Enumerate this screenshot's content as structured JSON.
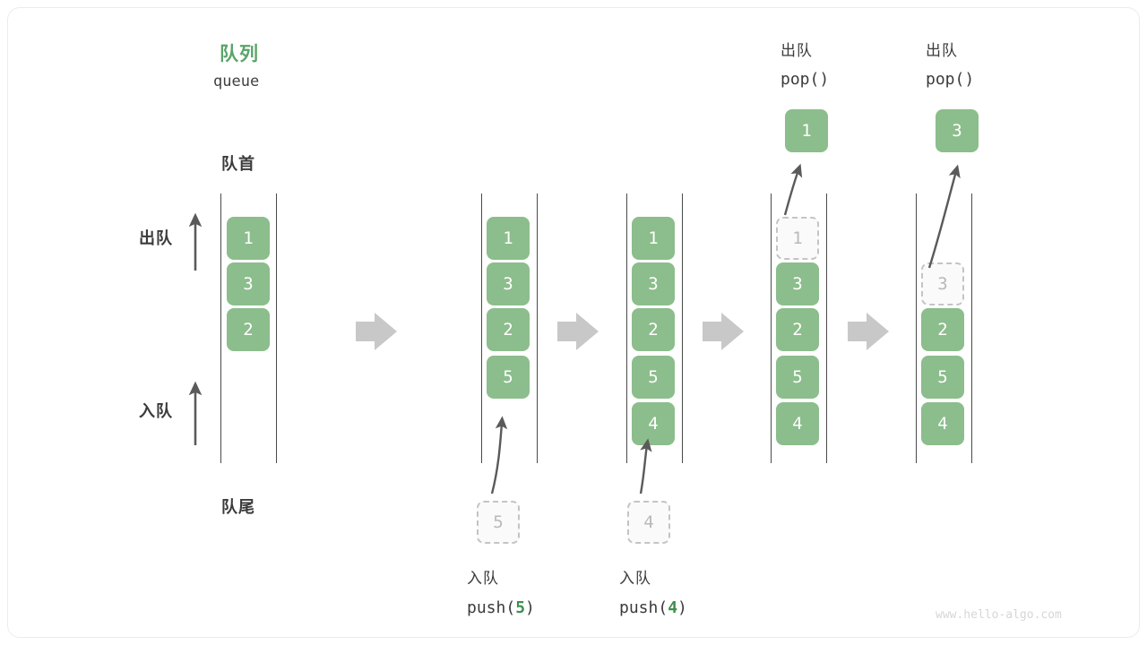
{
  "diagram": {
    "title_cn": "队列",
    "title_en": "queue",
    "front_label": "队首",
    "rear_label": "队尾",
    "dequeue_label": "出队",
    "enqueue_label": "入队",
    "watermark": "www.hello-algo.com",
    "accent_green": "#5aa469",
    "cell_green": "#8cbd8c",
    "ghost_gray": "#b9b9b9",
    "flow_arrow_gray": "#c8c8c8",
    "rail_color": "#4a4a4a"
  },
  "columns": [
    {
      "id": "col-initial",
      "top_caption_cn": "",
      "top_caption_code": "",
      "cells": [
        "1",
        "3",
        "2"
      ],
      "ghost_index": -1,
      "popped_value": "",
      "incoming_ghost": "",
      "bottom_caption_cn": "",
      "bottom_caption_code_prefix": "",
      "bottom_caption_code_num": "",
      "bottom_caption_code_suffix": ""
    },
    {
      "id": "col-push5",
      "top_caption_cn": "",
      "top_caption_code": "",
      "cells": [
        "1",
        "3",
        "2",
        "5"
      ],
      "ghost_index": -1,
      "popped_value": "",
      "incoming_ghost": "5",
      "bottom_caption_cn": "入队",
      "bottom_caption_code_prefix": "push(",
      "bottom_caption_code_num": "5",
      "bottom_caption_code_suffix": ")"
    },
    {
      "id": "col-push4",
      "top_caption_cn": "",
      "top_caption_code": "",
      "cells": [
        "1",
        "3",
        "2",
        "5",
        "4"
      ],
      "ghost_index": -1,
      "popped_value": "",
      "incoming_ghost": "4",
      "bottom_caption_cn": "入队",
      "bottom_caption_code_prefix": "push(",
      "bottom_caption_code_num": "4",
      "bottom_caption_code_suffix": ")"
    },
    {
      "id": "col-pop1",
      "top_caption_cn": "出队",
      "top_caption_code": "pop()",
      "cells": [
        "1",
        "3",
        "2",
        "5",
        "4"
      ],
      "ghost_index": 0,
      "popped_value": "1",
      "incoming_ghost": "",
      "bottom_caption_cn": "",
      "bottom_caption_code_prefix": "",
      "bottom_caption_code_num": "",
      "bottom_caption_code_suffix": ""
    },
    {
      "id": "col-pop3",
      "top_caption_cn": "出队",
      "top_caption_code": "pop()",
      "cells": [
        "3",
        "2",
        "5",
        "4"
      ],
      "ghost_index": 0,
      "popped_value": "3",
      "incoming_ghost": "",
      "bottom_caption_cn": "",
      "bottom_caption_code_prefix": "",
      "bottom_caption_code_num": "",
      "bottom_caption_code_suffix": ""
    }
  ]
}
